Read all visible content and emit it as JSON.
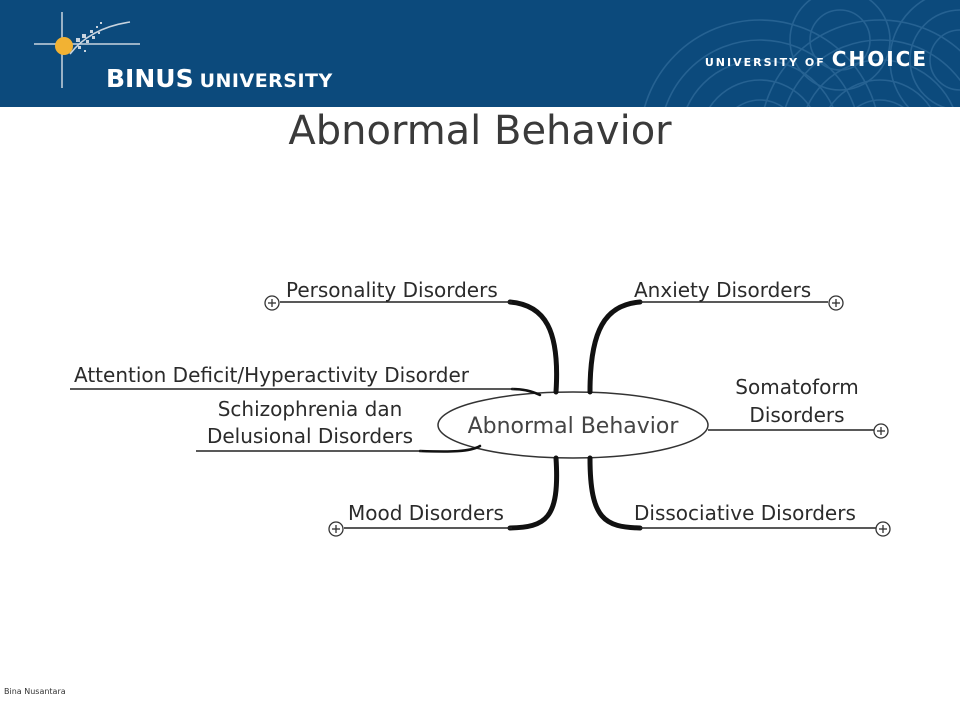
{
  "header": {
    "logo_text": "BINUS",
    "logo_suffix": "UNIVERSITY",
    "tagline_prefix": "UNIVERSITY OF",
    "tagline_emphasis": "CHOICE",
    "background_color": "#0c4a7c"
  },
  "slide": {
    "title": "Abnormal Behavior"
  },
  "mindmap": {
    "center": "Abnormal Behavior",
    "branches": [
      {
        "label": "Personality Disorders",
        "expand_icon": "plus-circle-icon"
      },
      {
        "label": "Anxiety Disorders",
        "expand_icon": "plus-circle-icon"
      },
      {
        "label": "Attention Deficit/Hyperactivity Disorder"
      },
      {
        "label_line1": "Somatoform",
        "label_line2": "Disorders",
        "expand_icon": "plus-circle-icon"
      },
      {
        "label_line1": "Schizophrenia dan",
        "label_line2": "Delusional Disorders"
      },
      {
        "label": "Mood Disorders",
        "expand_icon": "plus-circle-icon"
      },
      {
        "label": "Dissociative Disorders",
        "expand_icon": "plus-circle-icon"
      }
    ]
  },
  "footer": {
    "text": "Bina Nusantara"
  }
}
